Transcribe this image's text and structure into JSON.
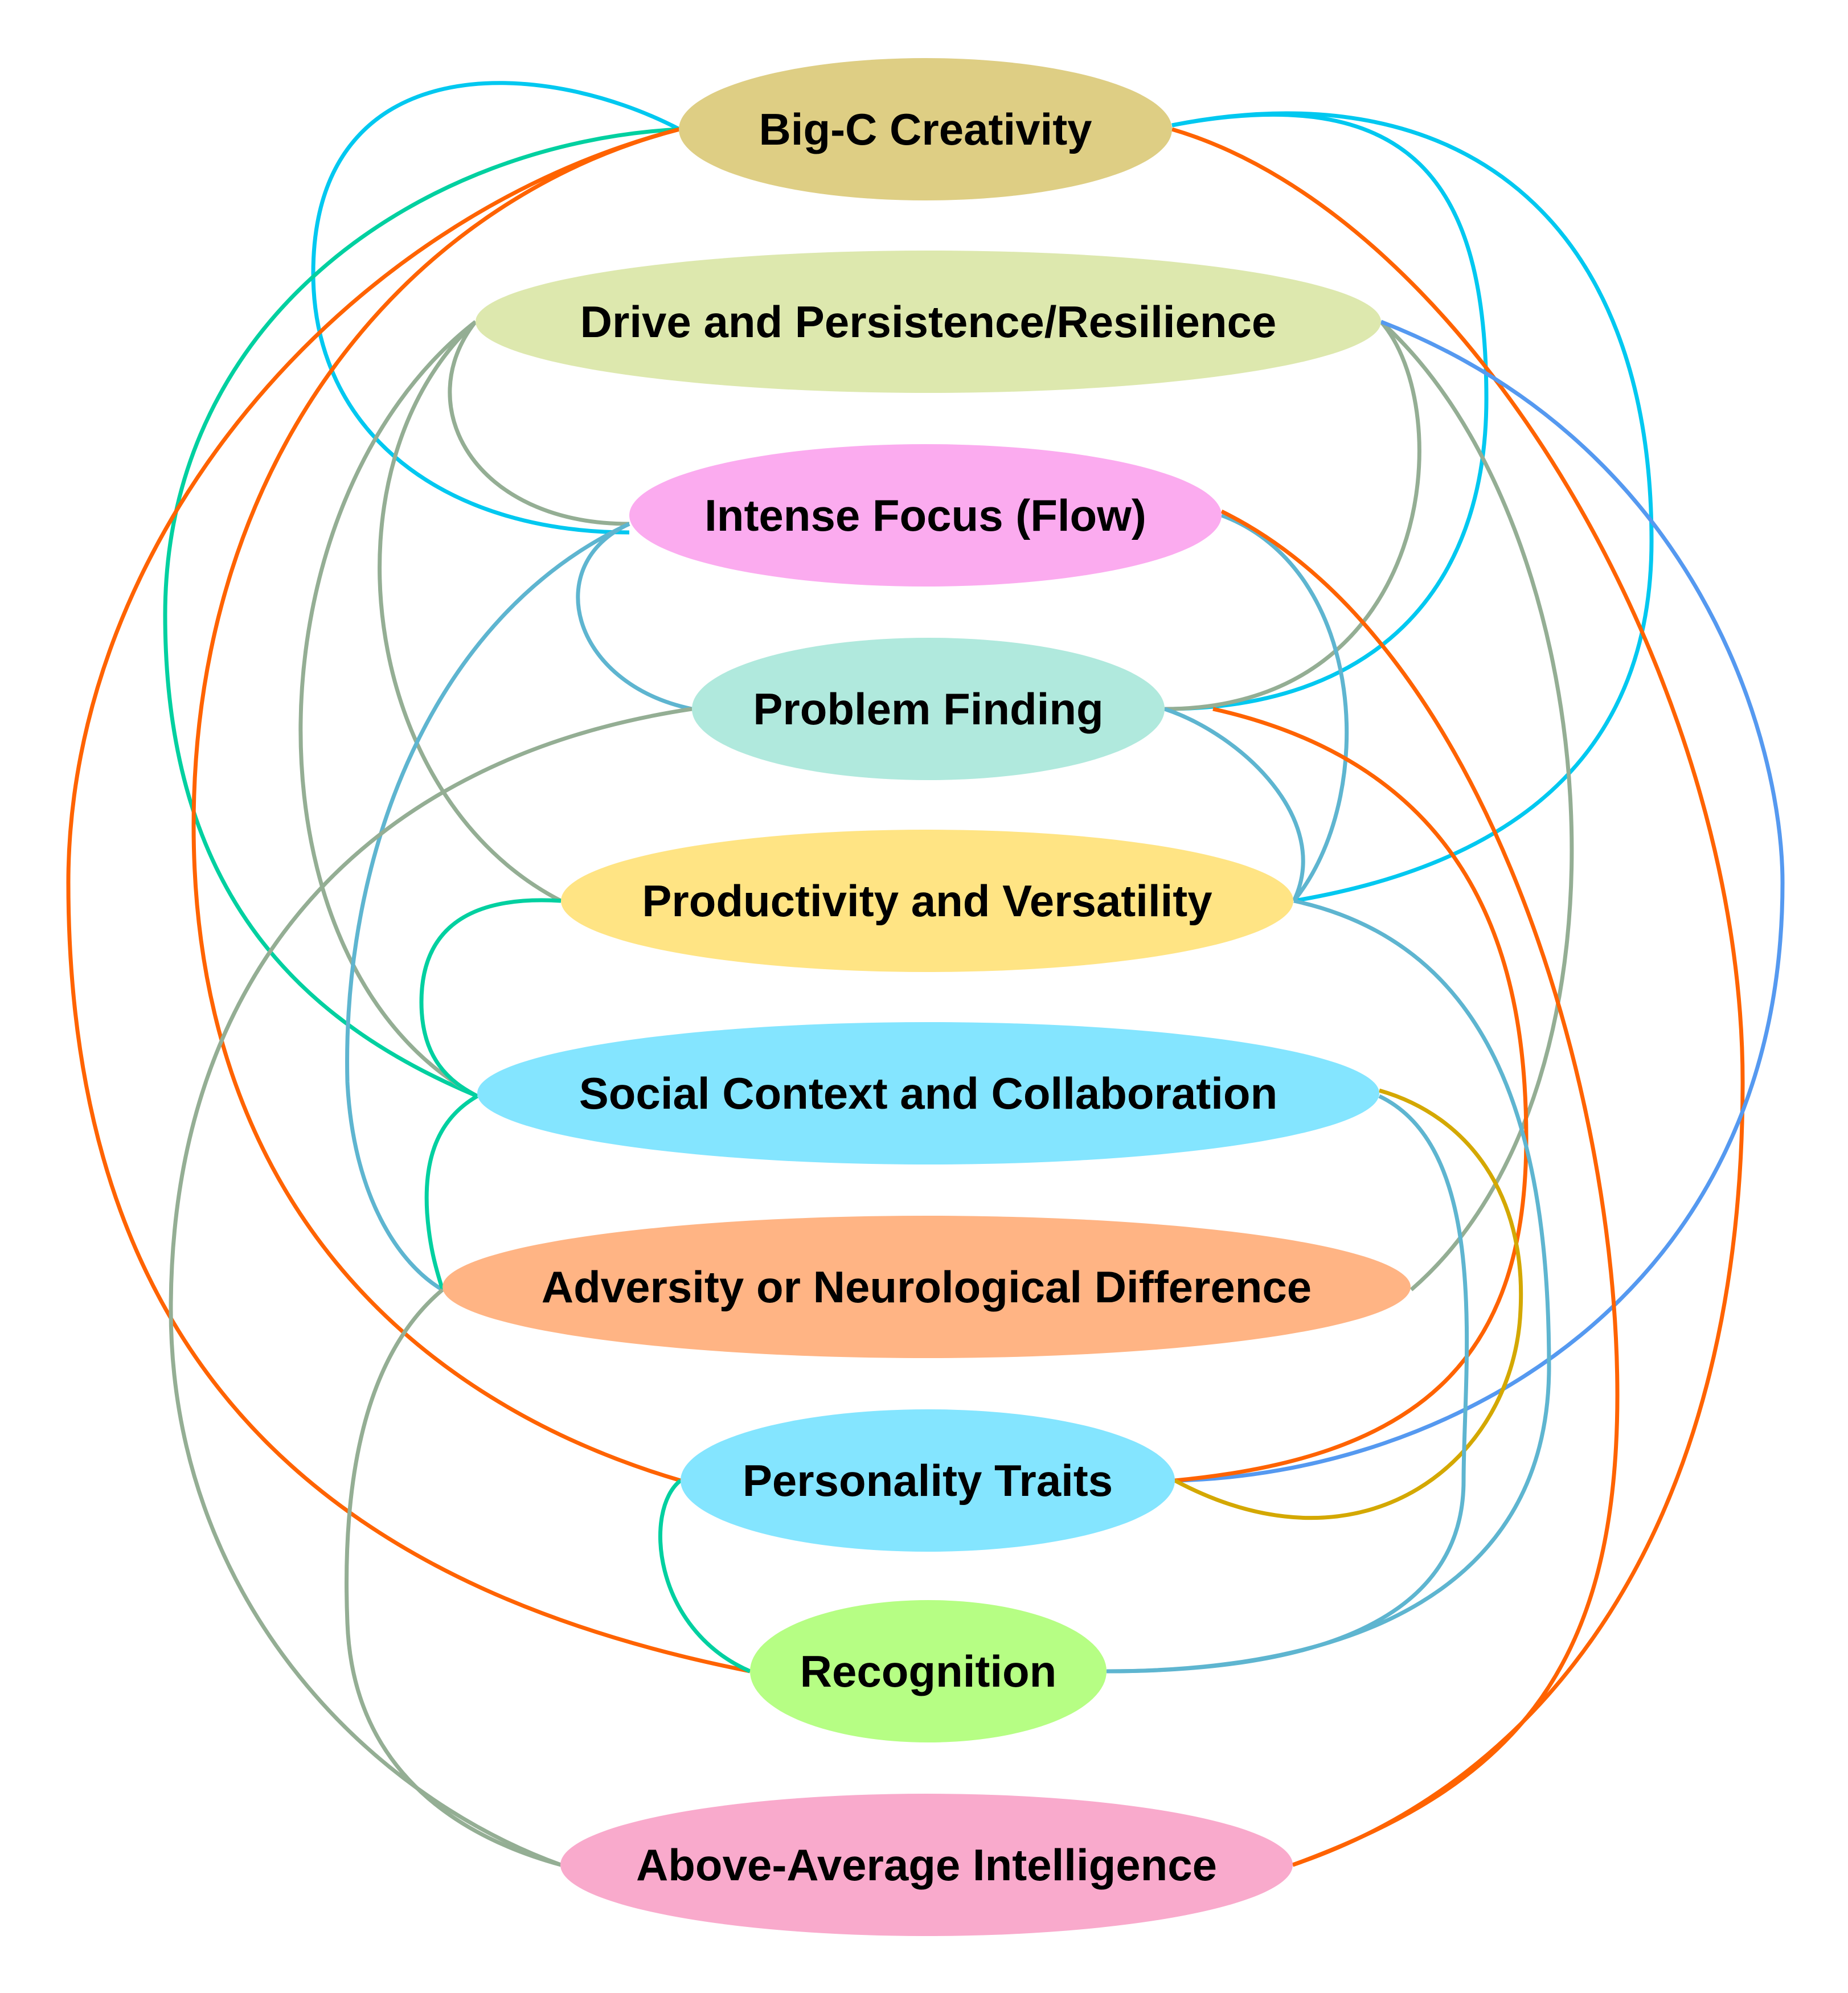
{
  "nodes": [
    {
      "id": "big_c",
      "label": "Big-C Creativity",
      "color": "#DECE84"
    },
    {
      "id": "drive",
      "label": "Drive and Persistence/Resilience",
      "color": "#DDE8AE"
    },
    {
      "id": "focus",
      "label": "Intense Focus (Flow)",
      "color": "#FBABEF"
    },
    {
      "id": "problem",
      "label": "Problem Finding",
      "color": "#B0E9DD"
    },
    {
      "id": "productivity",
      "label": "Productivity and Versatility",
      "color": "#FFE484"
    },
    {
      "id": "social",
      "label": "Social Context and Collaboration",
      "color": "#84E5FF"
    },
    {
      "id": "adversity",
      "label": "Adversity or Neurological Difference",
      "color": "#FFB484"
    },
    {
      "id": "personality",
      "label": "Personality Traits",
      "color": "#84E5FF"
    },
    {
      "id": "recognition",
      "label": "Recognition",
      "color": "#B6FE84"
    },
    {
      "id": "intelligence",
      "label": "Above-Average Intelligence",
      "color": "#F9AACC"
    }
  ],
  "edges": [
    {
      "from": "big_c",
      "to": "focus",
      "color": "#00C8F0"
    },
    {
      "from": "big_c",
      "to": "problem",
      "color": "#00C8F0"
    },
    {
      "from": "big_c",
      "to": "productivity",
      "color": "#00C8F0"
    },
    {
      "from": "big_c",
      "to": "social",
      "color": "#00D0A0"
    },
    {
      "from": "big_c",
      "to": "personality",
      "color": "#FF6300"
    },
    {
      "from": "big_c",
      "to": "recognition",
      "color": "#FF6300"
    },
    {
      "from": "big_c",
      "to": "intelligence",
      "color": "#FF6300"
    },
    {
      "from": "drive",
      "to": "focus",
      "color": "#94AE94"
    },
    {
      "from": "drive",
      "to": "problem",
      "color": "#94AE94"
    },
    {
      "from": "drive",
      "to": "productivity",
      "color": "#94AE94"
    },
    {
      "from": "drive",
      "to": "social",
      "color": "#94AE94"
    },
    {
      "from": "drive",
      "to": "adversity",
      "color": "#94AE94"
    },
    {
      "from": "drive",
      "to": "personality",
      "color": "#5599F0"
    },
    {
      "from": "focus",
      "to": "problem",
      "color": "#5EB5D0"
    },
    {
      "from": "focus",
      "to": "productivity",
      "color": "#5EB5D0"
    },
    {
      "from": "focus",
      "to": "adversity",
      "color": "#5EB5D0"
    },
    {
      "from": "focus",
      "to": "intelligence",
      "color": "#FF6300"
    },
    {
      "from": "problem",
      "to": "productivity",
      "color": "#5EB5D0"
    },
    {
      "from": "problem",
      "to": "personality",
      "color": "#FF6300"
    },
    {
      "from": "problem",
      "to": "intelligence",
      "color": "#94AE94"
    },
    {
      "from": "productivity",
      "to": "social",
      "color": "#00D0A0"
    },
    {
      "from": "productivity",
      "to": "recognition",
      "color": "#5EB5D0"
    },
    {
      "from": "social",
      "to": "adversity",
      "color": "#00D0A0"
    },
    {
      "from": "social",
      "to": "personality",
      "color": "#D4A800"
    },
    {
      "from": "social",
      "to": "recognition",
      "color": "#5EB5D0"
    },
    {
      "from": "adversity",
      "to": "intelligence",
      "color": "#94AE94"
    },
    {
      "from": "personality",
      "to": "recognition",
      "color": "#00D0A0"
    }
  ]
}
